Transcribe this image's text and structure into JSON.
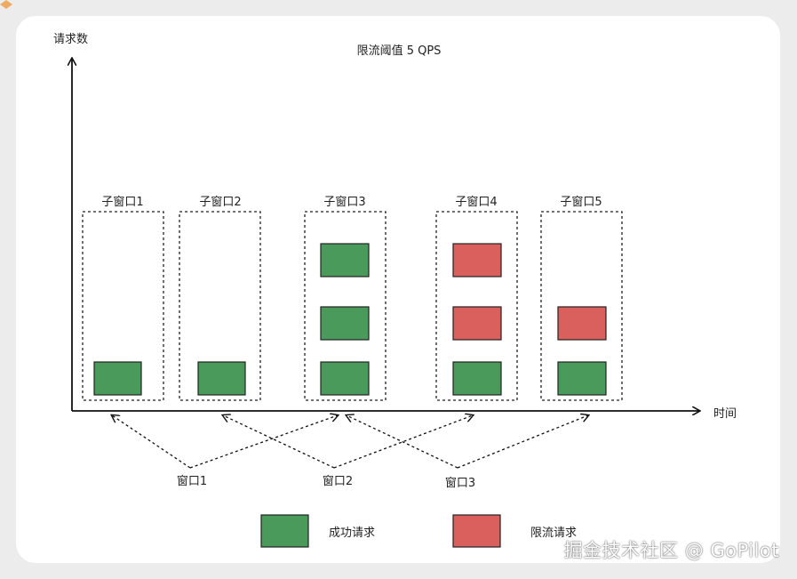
{
  "diagram": {
    "title": "限流阈值 5 QPS",
    "y_axis_label": "请求数",
    "x_axis_label": "时间",
    "sub_windows": [
      {
        "label": "子窗口1",
        "requests": [
          "success"
        ]
      },
      {
        "label": "子窗口2",
        "requests": [
          "success"
        ]
      },
      {
        "label": "子窗口3",
        "requests": [
          "success",
          "success",
          "success"
        ]
      },
      {
        "label": "子窗口4",
        "requests": [
          "success",
          "limited",
          "limited"
        ]
      },
      {
        "label": "子窗口5",
        "requests": [
          "success",
          "limited"
        ]
      }
    ],
    "windows": [
      {
        "label": "窗口1"
      },
      {
        "label": "窗口2"
      },
      {
        "label": "窗口3"
      }
    ],
    "legend": [
      {
        "label": "成功请求",
        "status": "success"
      },
      {
        "label": "限流请求",
        "status": "limited"
      }
    ],
    "colors": {
      "success": "#4a9a5c",
      "limited": "#d9605c",
      "axis": "#111111",
      "border": "#222222"
    }
  },
  "watermark": {
    "text": "掘金技术社区 @ GoPilot",
    "logo_color": "#f0a04a"
  }
}
